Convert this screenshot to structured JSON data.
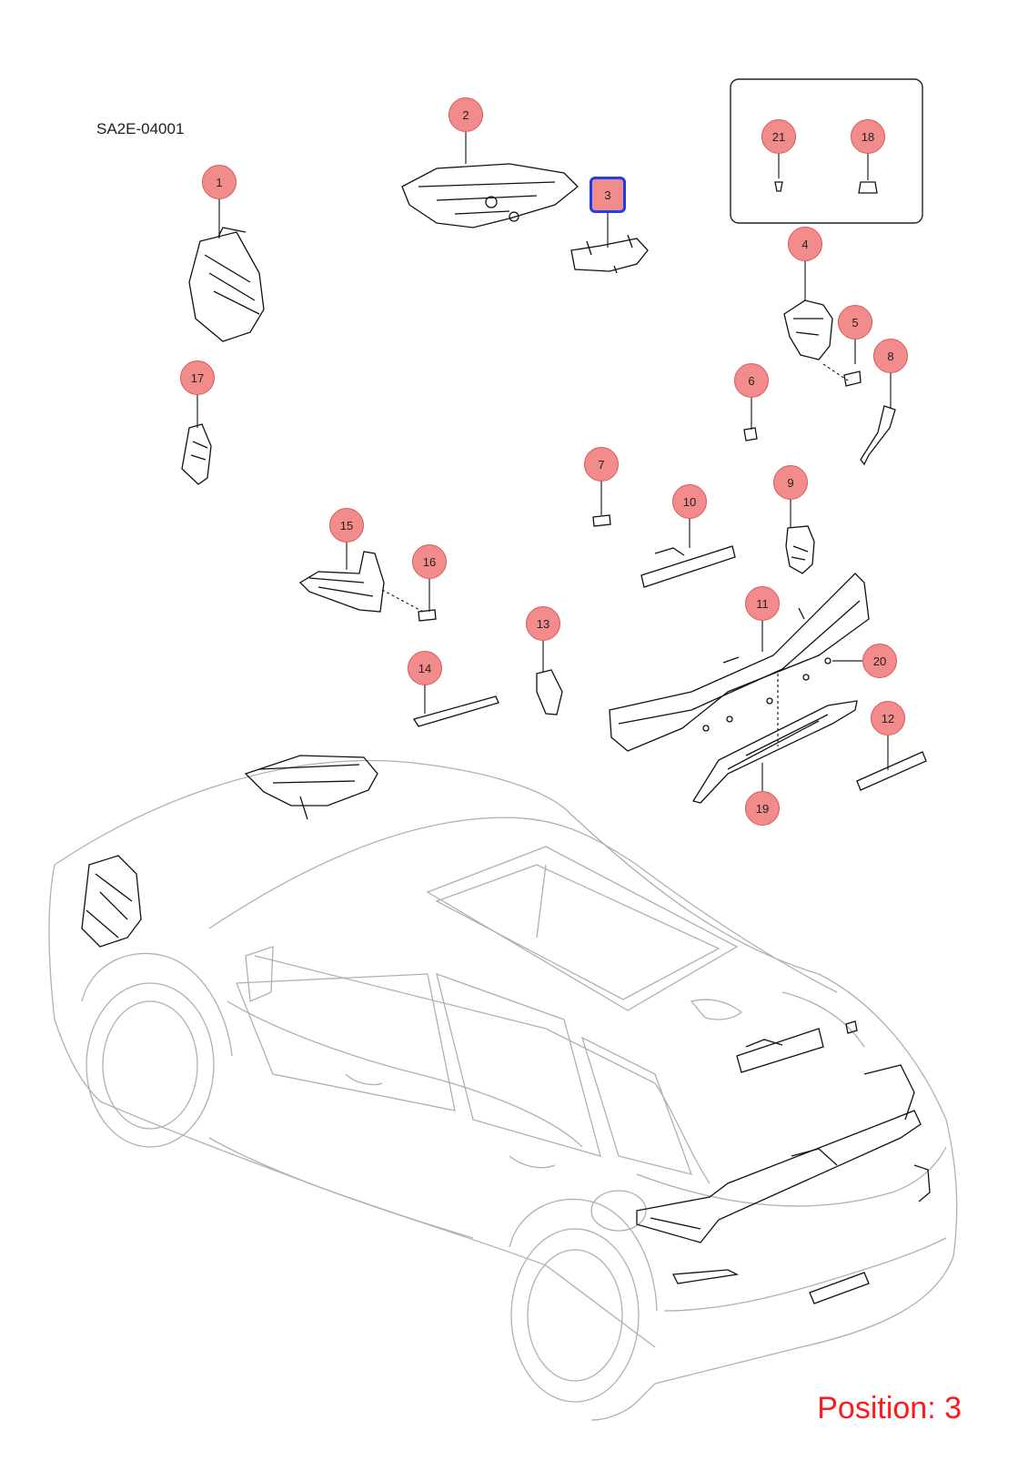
{
  "diagram": {
    "code": "SA2E-04001",
    "position_label": "Position: 3",
    "selected_part": "3",
    "colors": {
      "callout_fill": "#f28b8b",
      "callout_border": "#d85a5a",
      "selection_outline": "#1f3fe6",
      "position_text": "#ff1a1a",
      "car_outline": "#b0b0b0",
      "part_line": "#111111"
    },
    "callouts": [
      {
        "label": "1"
      },
      {
        "label": "2"
      },
      {
        "label": "3"
      },
      {
        "label": "4"
      },
      {
        "label": "5"
      },
      {
        "label": "6"
      },
      {
        "label": "7"
      },
      {
        "label": "8"
      },
      {
        "label": "9"
      },
      {
        "label": "10"
      },
      {
        "label": "11"
      },
      {
        "label": "12"
      },
      {
        "label": "13"
      },
      {
        "label": "14"
      },
      {
        "label": "15"
      },
      {
        "label": "16"
      },
      {
        "label": "17"
      },
      {
        "label": "18"
      },
      {
        "label": "19"
      },
      {
        "label": "20"
      },
      {
        "label": "21"
      }
    ]
  }
}
